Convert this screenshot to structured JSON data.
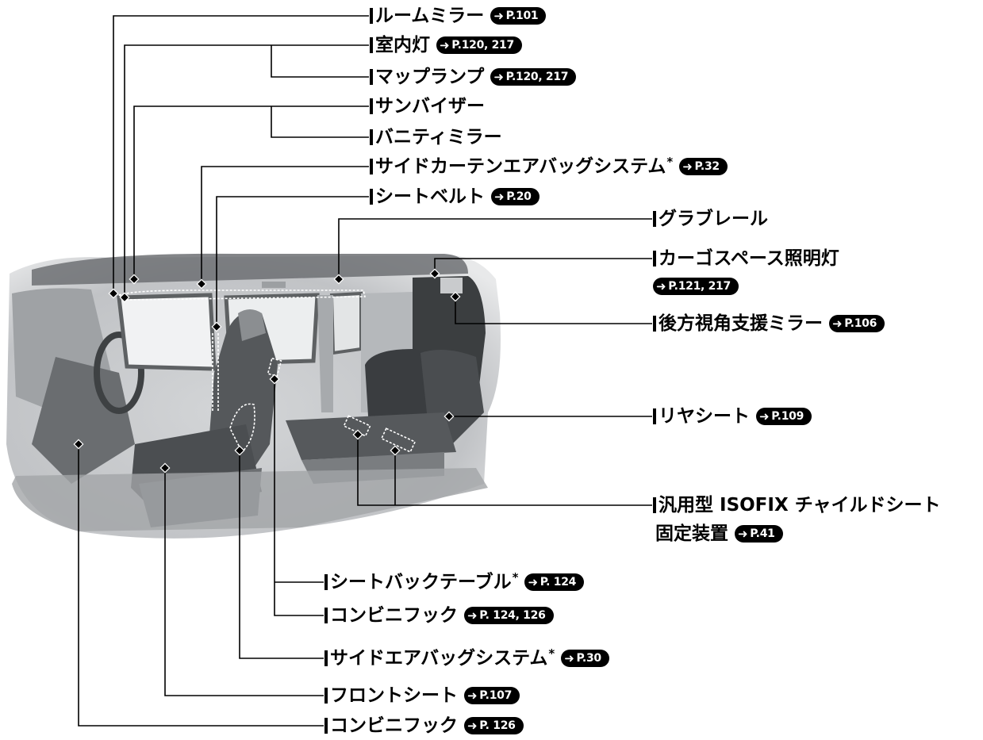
{
  "labels": {
    "room_mirror": {
      "text": "ルームミラー",
      "ref": "P.101"
    },
    "interior_light": {
      "text": "室内灯",
      "ref": "P.120, 217"
    },
    "map_lamp": {
      "text": "マップランプ",
      "ref": "P.120, 217"
    },
    "sun_visor": {
      "text": "サンバイザー"
    },
    "vanity_mirror": {
      "text": "バニティミラー"
    },
    "side_curtain_airbag": {
      "text": "サイドカーテンエアバッグシステム",
      "star": "*",
      "ref": "P.32"
    },
    "seat_belt": {
      "text": "シートベルト",
      "ref": "P.20"
    },
    "grab_rail": {
      "text": "グラブレール"
    },
    "cargo_light": {
      "text": "カーゴスペース照明灯",
      "ref": "P.121, 217"
    },
    "rear_view_mirror": {
      "text": "後方視角支援ミラー",
      "ref": "P.106"
    },
    "rear_seat": {
      "text": "リヤシート",
      "ref": "P.109"
    },
    "isofix_1": {
      "text": "汎用型 ISOFIX チャイルドシート"
    },
    "isofix_2": {
      "text": "固定装置",
      "ref": "P.41"
    },
    "seatback_table": {
      "text": "シートバックテーブル",
      "star": "*",
      "ref": "P. 124"
    },
    "combi_hook_1": {
      "text": "コンビニフック",
      "ref": "P. 124, 126"
    },
    "side_airbag": {
      "text": "サイドエアバッグシステム",
      "star": "*",
      "ref": "P.30"
    },
    "front_seat": {
      "text": "フロントシート",
      "ref": "P.107"
    },
    "combi_hook_2": {
      "text": "コンビニフック",
      "ref": "P. 126"
    }
  },
  "colors": {
    "ink": "#000000",
    "car_body": "#b9bcbf",
    "car_dark": "#5f6264",
    "car_mid": "#8b8e91",
    "car_light": "#d6d8da"
  },
  "icons": {
    "ref_arrow": "right-arrow-icon"
  }
}
